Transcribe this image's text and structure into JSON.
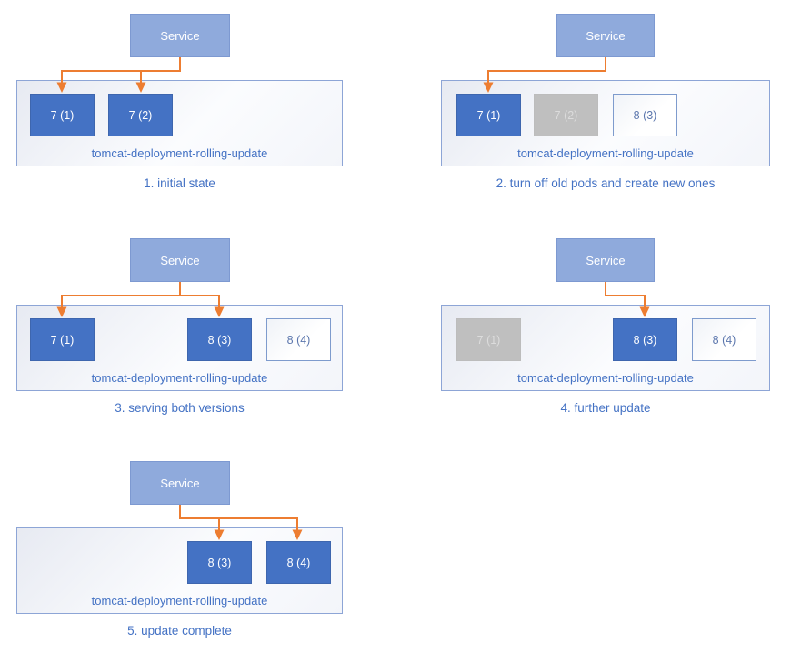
{
  "colors": {
    "accent_blue": "#4472C4",
    "service_blue": "#8FAADC",
    "arrow_orange": "#ED7D31",
    "old_pod_gray": "#BFBFBF",
    "label_blue": "#4472C4"
  },
  "panels": [
    {
      "service_label": "Service",
      "deployment_label": "tomcat-deployment-rolling-update",
      "caption": "1. initial state",
      "pods": [
        {
          "label": "7 (1)",
          "state": "active"
        },
        {
          "label": "7 (2)",
          "state": "active"
        }
      ]
    },
    {
      "service_label": "Service",
      "deployment_label": "tomcat-deployment-rolling-update",
      "caption": "2. turn off old pods and create new ones",
      "pods": [
        {
          "label": "7 (1)",
          "state": "active"
        },
        {
          "label": "7 (2)",
          "state": "old"
        },
        {
          "label": "8 (3)",
          "state": "new"
        }
      ]
    },
    {
      "service_label": "Service",
      "deployment_label": "tomcat-deployment-rolling-update",
      "caption": "3. serving both versions",
      "pods": [
        {
          "label": "7 (1)",
          "state": "active"
        },
        {
          "label": "8 (3)",
          "state": "active"
        },
        {
          "label": "8 (4)",
          "state": "new"
        }
      ]
    },
    {
      "service_label": "Service",
      "deployment_label": "tomcat-deployment-rolling-update",
      "caption": "4. further update",
      "pods": [
        {
          "label": "7 (1)",
          "state": "old"
        },
        {
          "label": "8 (3)",
          "state": "active"
        },
        {
          "label": "8 (4)",
          "state": "new"
        }
      ]
    },
    {
      "service_label": "Service",
      "deployment_label": "tomcat-deployment-rolling-update",
      "caption": "5. update complete",
      "pods": [
        {
          "label": "8 (3)",
          "state": "active"
        },
        {
          "label": "8 (4)",
          "state": "active"
        }
      ]
    }
  ]
}
